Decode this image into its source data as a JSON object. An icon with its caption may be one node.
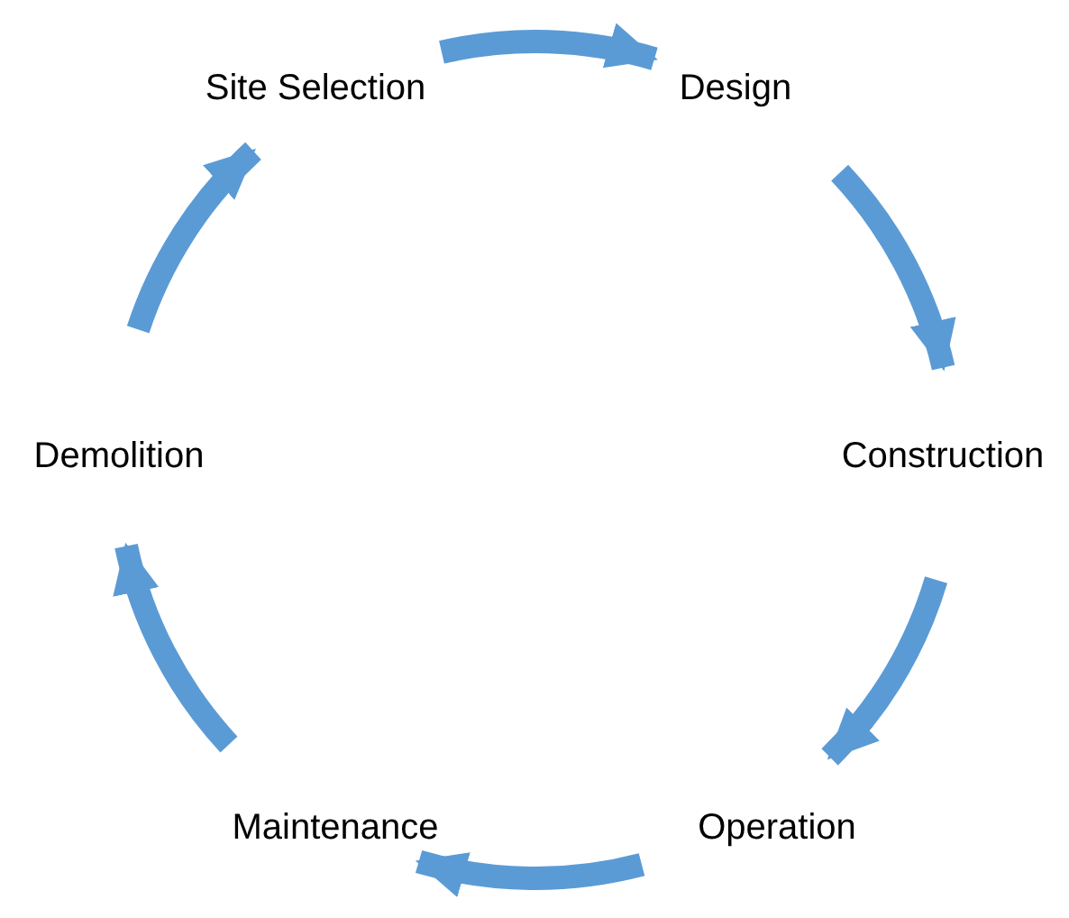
{
  "diagram": {
    "nodes": [
      {
        "text": [
          "Site Selection"
        ]
      },
      {
        "text": [
          "Design"
        ]
      },
      {
        "text": [
          "Construction"
        ]
      },
      {
        "text": [
          "Operation"
        ]
      },
      {
        "text": [
          "Maintenance"
        ]
      },
      {
        "text": [
          "Demolition"
        ]
      }
    ],
    "edges": [
      {
        "from": 0,
        "to": 1,
        "arrow": "to"
      },
      {
        "from": 1,
        "to": 2,
        "arrow": "to"
      },
      {
        "from": 2,
        "to": 3,
        "arrow": "to"
      },
      {
        "from": 3,
        "to": 4,
        "arrow": "to"
      },
      {
        "from": 4,
        "to": 5,
        "arrow": "to"
      },
      {
        "from": 5,
        "to": 0,
        "arrow": "to"
      }
    ]
  }
}
